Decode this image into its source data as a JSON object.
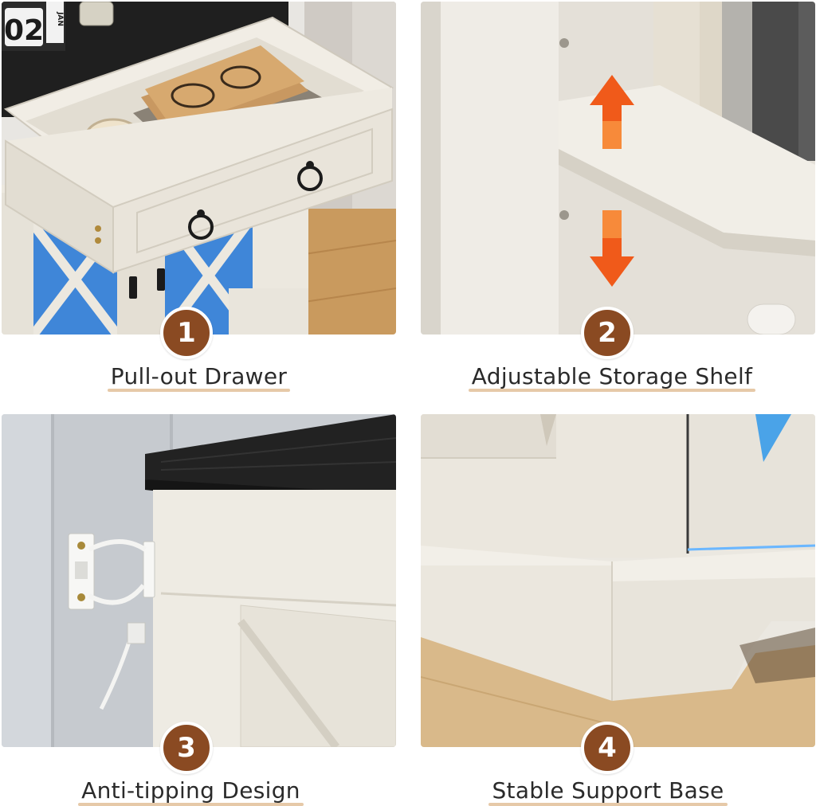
{
  "features": [
    {
      "number": "1",
      "title": "Pull-out Drawer"
    },
    {
      "number": "2",
      "title": "Adjustable Storage Shelf"
    },
    {
      "number": "3",
      "title": "Anti-tipping Design"
    },
    {
      "number": "4",
      "title": "Stable Support Base"
    }
  ],
  "calendar": {
    "day": "02",
    "month": "JAN"
  },
  "colors": {
    "badge": "#8a4a22",
    "underline": "#e6c9a8",
    "arrow": "#f05a1a",
    "wood_white": "#ece8df",
    "top_black": "#1f1f1f"
  },
  "icons": [
    "ring-pull-handle-icon",
    "up-down-arrow-icon",
    "wall-strap-icon"
  ]
}
